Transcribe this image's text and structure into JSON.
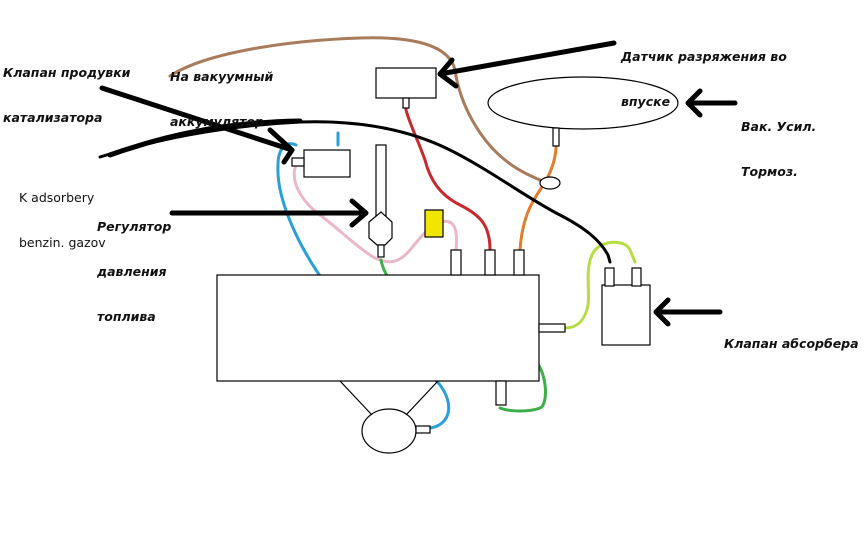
{
  "labels": {
    "purge_valve": [
      "Клапан продувки",
      "катализатора"
    ],
    "vacuum_accumulator": [
      "На вакуумный",
      "аккумулятор"
    ],
    "vacuum_sensor": [
      "Датчик разряжения во",
      "впуске"
    ],
    "brake_booster": [
      "Вак. Усил.",
      "Тормоз."
    ],
    "adsorber_link": [
      "K adsorbery",
      "benzin. gazov"
    ],
    "fuel_regulator": [
      "Регулятор",
      "давления",
      "топлива"
    ],
    "absorber_valve": [
      "Клапан абсорбера"
    ]
  },
  "colors": {
    "arrow": "#000000",
    "outline": "#000000",
    "brown_hose": "#a87b5c",
    "red_hose": "#c8282e",
    "orange_hose": "#e07e2c",
    "blue_hose": "#2a9fd8",
    "pink_hose": "#eab8c8",
    "green_hose": "#3caf48",
    "lime_hose": "#b6dd44",
    "dark_hose": "#000000",
    "yellow_part": "#f2e600"
  }
}
